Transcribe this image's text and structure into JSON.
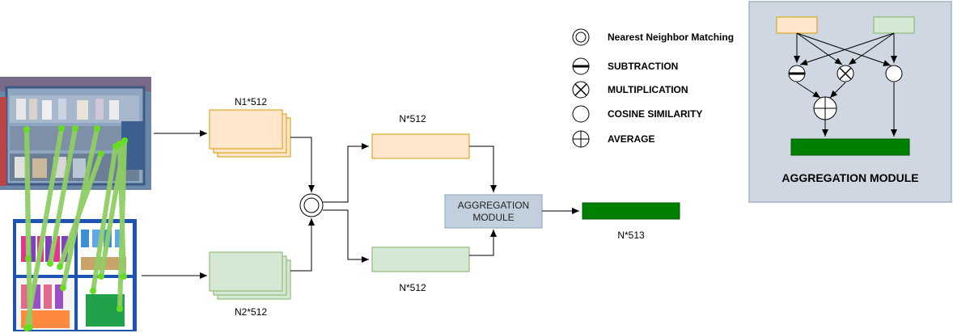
{
  "labels": {
    "n1": "N1*512",
    "n2": "N2*512",
    "n_top": "N*512",
    "n_bottom": "N*512",
    "out": "N*513"
  },
  "aggregation_box": {
    "line1": "AGGREGATION",
    "line2": "MODULE"
  },
  "legend": {
    "nn": "Nearest Neighbor Matching",
    "sub": "SUBTRACTION",
    "mul": "MULTIPLICATION",
    "cos": "COSINE SIMILARITY",
    "avg": "AVERAGE"
  },
  "aggregation_panel": {
    "title": "AGGREGATION MODULE"
  },
  "colors": {
    "orange_fill": "#ffe6cc",
    "orange_stroke": "#d79b00",
    "green_fill": "#d5e8d4",
    "green_stroke": "#82b366",
    "dark_green": "#008000",
    "module_fill": "#c2cfdc",
    "panel_fill": "#cfd8e2",
    "panel_stroke": "#9fb2c8",
    "match_line": "#8fce64",
    "match_dot": "#66dd22"
  }
}
